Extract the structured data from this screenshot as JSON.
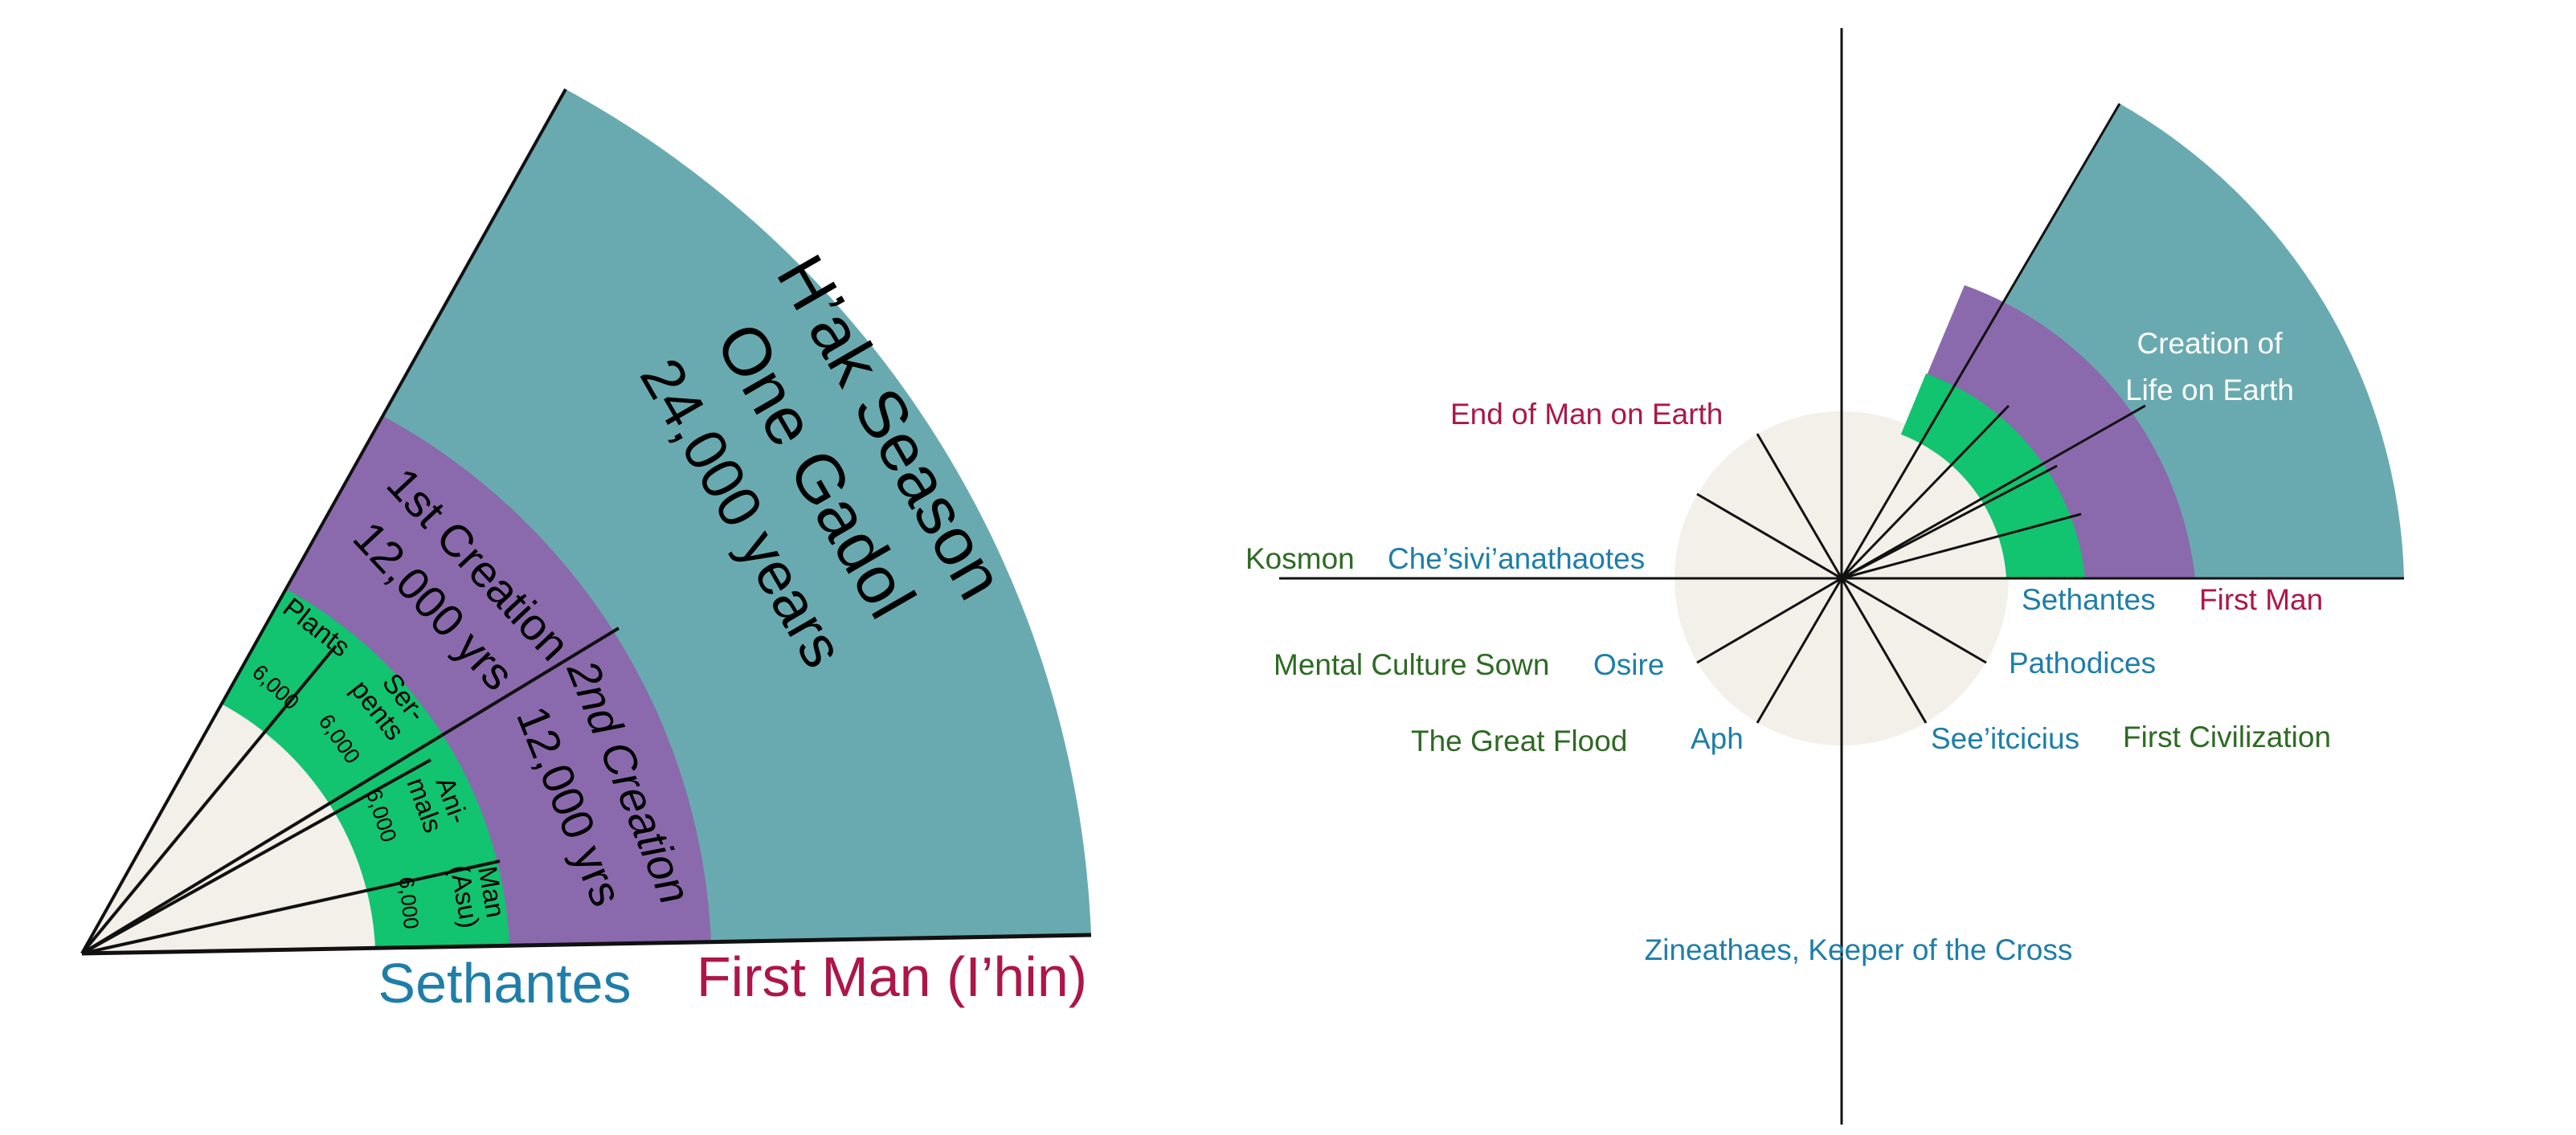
{
  "colors": {
    "teal": "#69aab0",
    "purple": "#8a6aac",
    "green": "#12c36f",
    "cream": "#f3f0ea",
    "line": "#111111",
    "blue_label": "#1e7ea9",
    "red_label": "#ad1648",
    "green_label": "#2e6a23",
    "white_text": "#ffffff"
  },
  "left_diagram": {
    "season_title": "H’ak Season",
    "season_sub": "One Gadol",
    "season_years": "24,000 years",
    "first_creation": "1st Creation",
    "first_creation_years": "12,000 yrs",
    "second_creation": "2nd Creation",
    "second_creation_years": "12,000 yrs",
    "plants": "Plants",
    "plants_years": "6,000",
    "serpents_a": "Ser-",
    "serpents_b": "pents",
    "serpents_years": "6,000",
    "animals_a": "Ani-",
    "animals_b": "mals",
    "animals_years": "6,000",
    "man_a": "Man",
    "man_b": "(Asu)",
    "man_years": "6,000",
    "bottom_left_label": "Sethantes",
    "bottom_right_label": "First Man (I’hin)"
  },
  "right_diagram": {
    "creation_a": "Creation of",
    "creation_b": "Life on Earth",
    "end_of_man": "End of Man on Earth",
    "kosmon": "Kosmon",
    "chesivi": "Che’sivi’anathaotes",
    "mental_culture": "Mental Culture Sown",
    "osire": "Osire",
    "great_flood": "The Great  Flood",
    "aph": "Aph",
    "sethantes": "Sethantes",
    "first_man": "First Man",
    "pathodices": "Pathodices",
    "seeitcicius": "See’itcicius",
    "first_civ": "First  Civilization",
    "zineathaes": "Zineathaes, Keeper of the Cross"
  }
}
